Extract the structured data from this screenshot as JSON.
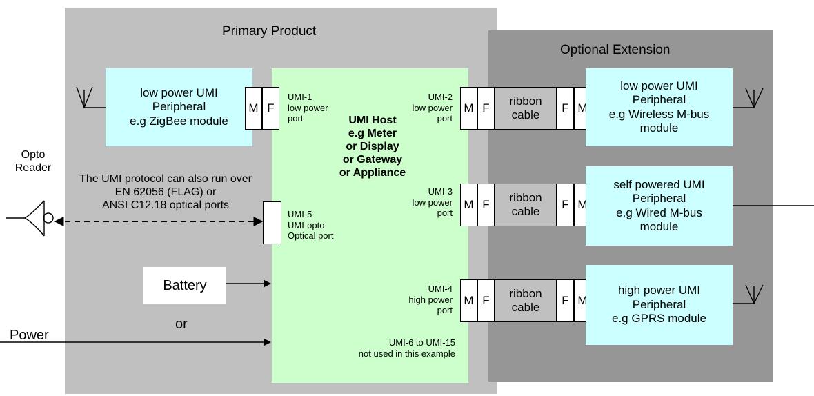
{
  "regions": {
    "primary_title": "Primary Product",
    "extension_title": "Optional Extension"
  },
  "host": {
    "label": "UMI Host\ne.g Meter\nor Display\nor Gateway\nor Appliance"
  },
  "left_peripheral": {
    "label": "low power UMI\nPeripheral\ne.g ZigBee module",
    "connector": [
      "M",
      "F"
    ]
  },
  "ports": {
    "umi1": "UMI-1\nlow power\nport",
    "umi2": "UMI-2\nlow power\nport",
    "umi3": "UMI-3\nlow power\nport",
    "umi4": "UMI-4\nhigh power\nport",
    "umi5": "UMI-5\nUMI-opto\nOptical port",
    "umi6_15": "UMI-6 to UMI-15\nnot used in this example"
  },
  "host_connector": [
    "M",
    "F"
  ],
  "ribbon_label": "ribbon\ncable",
  "ext_connector": [
    "F",
    "M"
  ],
  "ext_peripherals": [
    {
      "label": "low power UMI\nPeripheral\ne.g Wireless M-bus\nmodule"
    },
    {
      "label": "self powered UMI\nPeripheral\ne.g Wired M-bus\nmodule"
    },
    {
      "label": "high power UMI\nPeripheral\ne.g GPRS module"
    }
  ],
  "opto": {
    "reader_label": "Opto\nReader",
    "note": "The UMI protocol can also run over\nEN 62056 (FLAG) or\nANSI C12.18 optical ports"
  },
  "power": {
    "battery": "Battery",
    "or": "or",
    "power": "Power"
  }
}
